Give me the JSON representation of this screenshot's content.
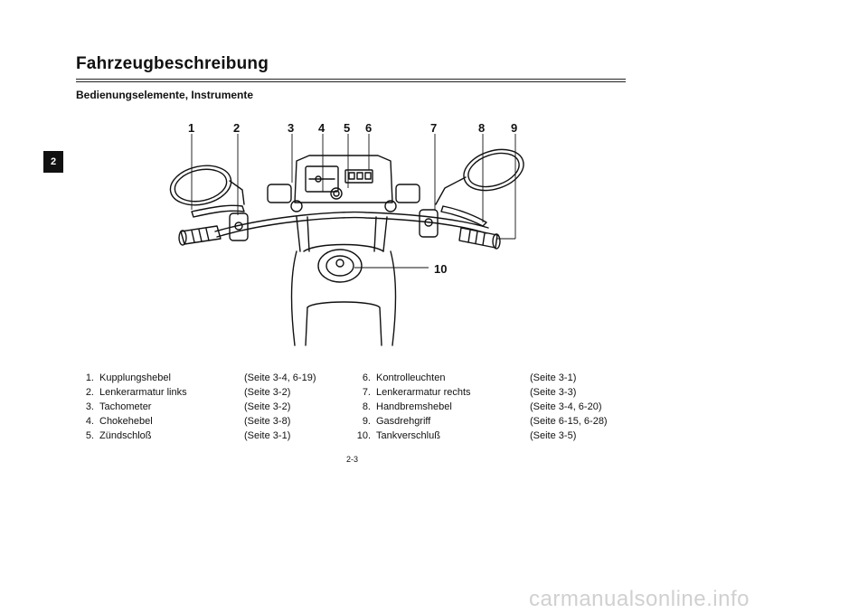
{
  "page": {
    "title": "Fahrzeugbeschreibung",
    "subtitle": "Bedienungselemente, Instrumente",
    "chapter_tab": "2",
    "page_number": "2-3",
    "watermark": "carmanualsonline.info"
  },
  "figure": {
    "callouts": [
      "1",
      "2",
      "3",
      "4",
      "5",
      "6",
      "7",
      "8",
      "9",
      "10"
    ]
  },
  "legend": {
    "left": [
      {
        "num": "1.",
        "name": "Kupplungshebel",
        "ref": "(Seite 3-4, 6-19)"
      },
      {
        "num": "2.",
        "name": "Lenkerarmatur links",
        "ref": "(Seite 3-2)"
      },
      {
        "num": "3.",
        "name": "Tachometer",
        "ref": "(Seite 3-2)"
      },
      {
        "num": "4.",
        "name": "Chokehebel",
        "ref": "(Seite 3-8)"
      },
      {
        "num": "5.",
        "name": "Zündschloß",
        "ref": "(Seite 3-1)"
      }
    ],
    "right": [
      {
        "num": "6.",
        "name": "Kontrolleuchten",
        "ref": "(Seite 3-1)"
      },
      {
        "num": "7.",
        "name": "Lenkerarmatur rechts",
        "ref": "(Seite 3-3)"
      },
      {
        "num": "8.",
        "name": "Handbremshebel",
        "ref": "(Seite 3-4, 6-20)"
      },
      {
        "num": "9.",
        "name": "Gasdrehgriff",
        "ref": "(Seite 6-15, 6-28)"
      },
      {
        "num": "10.",
        "name": "Tankverschluß",
        "ref": "(Seite 3-5)"
      }
    ]
  }
}
